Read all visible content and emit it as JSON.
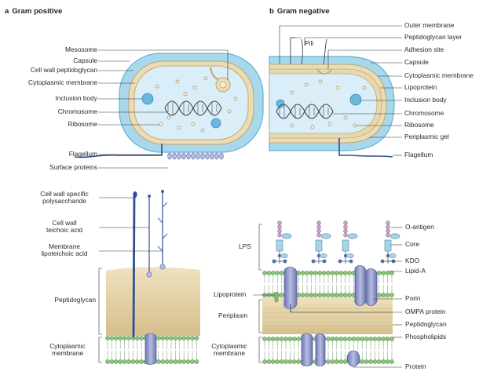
{
  "panel_a": {
    "letter": "a",
    "title": "Gram positive",
    "labels": {
      "mesosome": "Mesosome",
      "capsule": "Capsule",
      "cell_wall_peptidoglycan": "Cell wall peptidoglycan",
      "cytoplasmic_membrane": "Cytoplasmic membrane",
      "inclusion_body": "Inclusion body",
      "chromosome": "Chromosome",
      "ribosome": "Ribosome",
      "flagellum": "Flagellum",
      "surface_proteins": "Surface proteins"
    }
  },
  "panel_b": {
    "letter": "b",
    "title": "Gram negative",
    "labels": {
      "outer_membrane": "Outer membrane",
      "peptidoglycan_layer": "Peptidoglycan layer",
      "pili": "Pili",
      "adhesion_site": "Adhesion site",
      "capsule": "Capsule",
      "cytoplasmic_membrane": "Cytoplasmic membrane",
      "lipoprotein": "Lipoprotein",
      "inclusion_body": "Inclusion body",
      "chromosome": "Chromosome",
      "ribosome": "Ribosome",
      "periplasmic_gel": "Periplasmic gel",
      "flagellum": "Flagellum"
    }
  },
  "wall_a": {
    "cell_wall_specific_polysaccharide": [
      "Cell wall specific",
      "polysaccharide"
    ],
    "cell_wall_teichoic_acid": [
      "Cell wall",
      "teichoic acid"
    ],
    "membrane_lipoteichoic_acid": [
      "Membrane",
      "lipoteichoic acid"
    ],
    "peptidoglycan": "Peptidoglycan",
    "cytoplasmic_membrane": [
      "Cytoplasmic",
      "membrane"
    ]
  },
  "wall_b": {
    "lps": "LPS",
    "o_antigen": "O-antigen",
    "core": "Core",
    "kdo": "KDO",
    "lipid_a": "Lipid-A",
    "lipoprotein": "Lipoprotein",
    "porin": "Porin",
    "periplasm": "Periplasm",
    "ompa_protein": "OMPA protein",
    "peptidoglycan": "Peptidoglycan",
    "phospholipids": "Phospholipids",
    "cytoplasmic_membrane": [
      "Cytoplasmic",
      "membrane"
    ],
    "protein": "Protein"
  },
  "colors": {
    "capsule": "#a9d8ec",
    "capsule_edge": "#5fb4d8",
    "cell_wall": "#ecdcb4",
    "cytoplasm": "#d9eef8",
    "membrane_head": "#8cc47e",
    "protein": "#8e95c6",
    "flagellum": "#2c4f96",
    "peptidoglycan": "#d9c497",
    "lps_chain": "#c9a3c8",
    "core_box": "#a9d4e6",
    "kdo": "#4a6fa8",
    "leader": "#333333"
  }
}
